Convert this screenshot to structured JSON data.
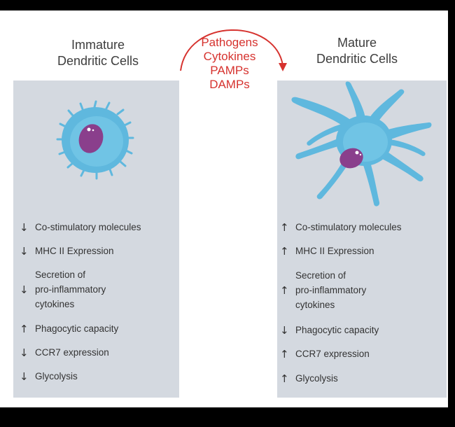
{
  "stimuli": [
    "Pathogens",
    "Cytokines",
    "PAMPs",
    "DAMPs"
  ],
  "immature": {
    "title_line1": "Immature",
    "title_line2": "Dendritic Cells",
    "properties": [
      {
        "arrow": "down",
        "lines": [
          "Co-stimulatory molecules"
        ]
      },
      {
        "arrow": "down",
        "lines": [
          "MHC II Expression"
        ]
      },
      {
        "arrow": "down",
        "lines": [
          "Secretion of",
          "pro-inflammatory",
          "cytokines"
        ]
      },
      {
        "arrow": "up",
        "lines": [
          "Phagocytic capacity"
        ]
      },
      {
        "arrow": "down",
        "lines": [
          "CCR7 expression"
        ]
      },
      {
        "arrow": "down",
        "lines": [
          "Glycolysis"
        ]
      }
    ]
  },
  "mature": {
    "title_line1": "Mature",
    "title_line2": "Dendritic Cells",
    "properties": [
      {
        "arrow": "up",
        "lines": [
          "Co-stimulatory molecules"
        ]
      },
      {
        "arrow": "up",
        "lines": [
          "MHC II Expression"
        ]
      },
      {
        "arrow": "up",
        "lines": [
          "Secretion of",
          "pro-inflammatory",
          "cytokines"
        ]
      },
      {
        "arrow": "down",
        "lines": [
          "Phagocytic capacity"
        ]
      },
      {
        "arrow": "up",
        "lines": [
          "CCR7 expression"
        ]
      },
      {
        "arrow": "up",
        "lines": [
          "Glycolysis"
        ]
      }
    ]
  },
  "colors": {
    "stimuli_text": "#d6322e",
    "panel": "#d4d9e0",
    "cell_body": "#5fb8de",
    "nucleus": "#8a3f8c",
    "frame": "#000000"
  }
}
